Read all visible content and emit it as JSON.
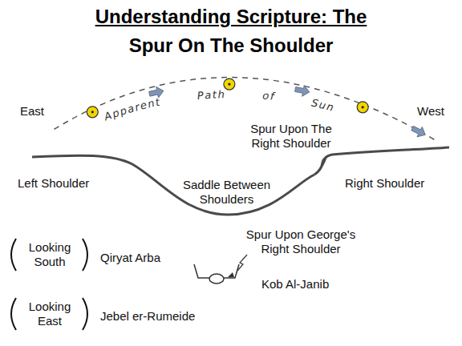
{
  "diagram": {
    "title": "Understanding Scripture: The Spur On The Shoulder",
    "labels": [
      "East",
      "Apparent Path of Sun",
      "West",
      "Spur Upon The Right Shoulder",
      "Left Shoulder",
      "Saddle Between Shoulders",
      "Right Shoulder",
      "Spur Upon George's Right Shoulder",
      "Looking South",
      "Qiryat Arba",
      "Kob Al-Janib",
      "Looking East",
      "Jebel er-Rumeide"
    ]
  }
}
